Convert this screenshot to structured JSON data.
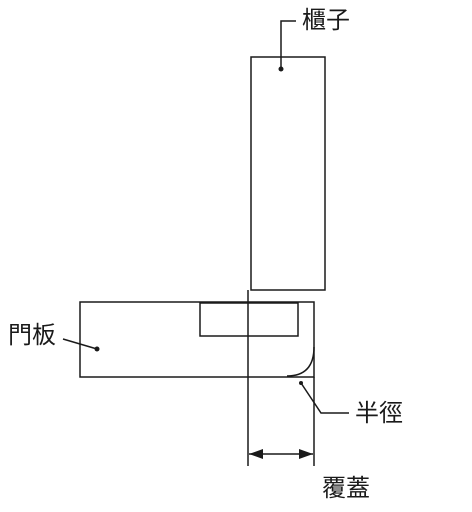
{
  "labels": {
    "cabinet": "櫃子",
    "door": "門板",
    "radius": "半徑",
    "overlay": "覆蓋"
  },
  "colors": {
    "line": "#1a1a1a",
    "background": "#ffffff"
  }
}
